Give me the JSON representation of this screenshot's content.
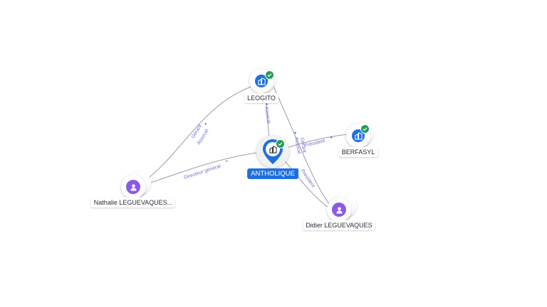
{
  "nodes": {
    "leogito": {
      "label": "LEOGITO",
      "type": "company",
      "verified": true
    },
    "antholique": {
      "label": "ANTHOLIQUE",
      "type": "company",
      "verified": true,
      "focus": true
    },
    "berfasyl": {
      "label": "BERFASYL",
      "type": "company",
      "verified": true
    },
    "nathalie": {
      "label": "Nathalie LEGUEVAQUES...",
      "type": "person"
    },
    "didier": {
      "label": "Didier LEGUEVAQUES",
      "type": "person"
    }
  },
  "edges": {
    "nathalie_leogito_1": "Gérant",
    "nathalie_leogito_2": "Associé",
    "nathalie_antholique": "Directeur général",
    "antholique_leogito": "Associé",
    "didier_leogito_1": "Gérant",
    "didier_leogito_2": "Associé",
    "antholique_berfasyl": "Président",
    "didier_antholique": "Président"
  },
  "icons": {
    "company": "building-icon",
    "person": "person-icon",
    "verified": "check-icon"
  },
  "colors": {
    "company": "#1e6fe0",
    "person": "#8a5ae8",
    "verified": "#1f9d55",
    "edge_label": "#6f6fd6"
  }
}
